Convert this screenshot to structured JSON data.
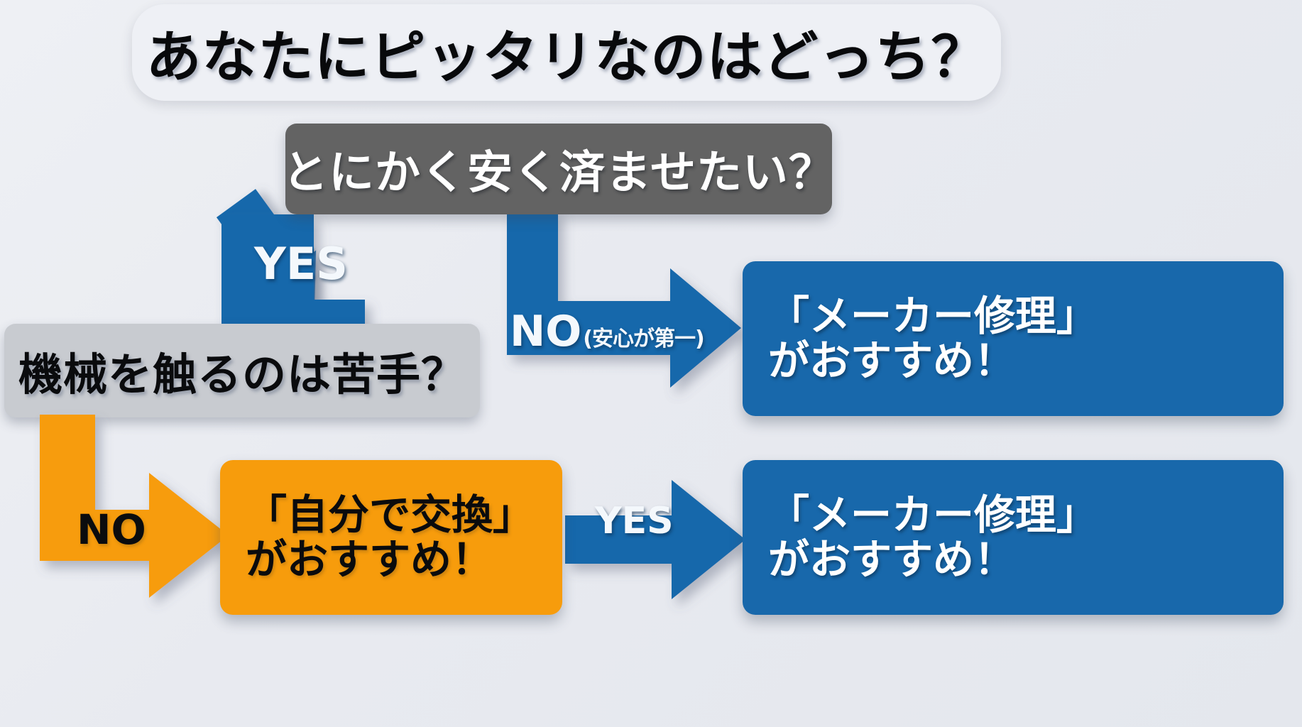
{
  "title": {
    "text": "あなたにピッタリなのはどっち？"
  },
  "nodes": {
    "question_cost": "とにかく安く済ませたい？",
    "question_machine": "機械を触るのは苦手？"
  },
  "results": {
    "maker_top": {
      "line1": "「メーカー修理」",
      "line2": "がおすすめ！"
    },
    "self_swap": {
      "line1": "「自分で交換」",
      "line2": "がおすすめ！"
    },
    "maker_bottom": {
      "line1": "「メーカー修理」",
      "line2": "がおすすめ！"
    }
  },
  "labels": {
    "yes_top": "YES",
    "no_top": "NO",
    "no_top_sub": "(安心が第一)",
    "no_bottom": "NO",
    "yes_bottom": "YES"
  },
  "colors": {
    "background": "#eceef2",
    "question_dark": "#636363",
    "question_light": "#c8cbd0",
    "accent_blue": "#1868ab",
    "accent_orange": "#f79c0c",
    "title_pill": "#eef0f5",
    "text_light": "#ffffff",
    "text_dark": "#0a0b0d"
  }
}
